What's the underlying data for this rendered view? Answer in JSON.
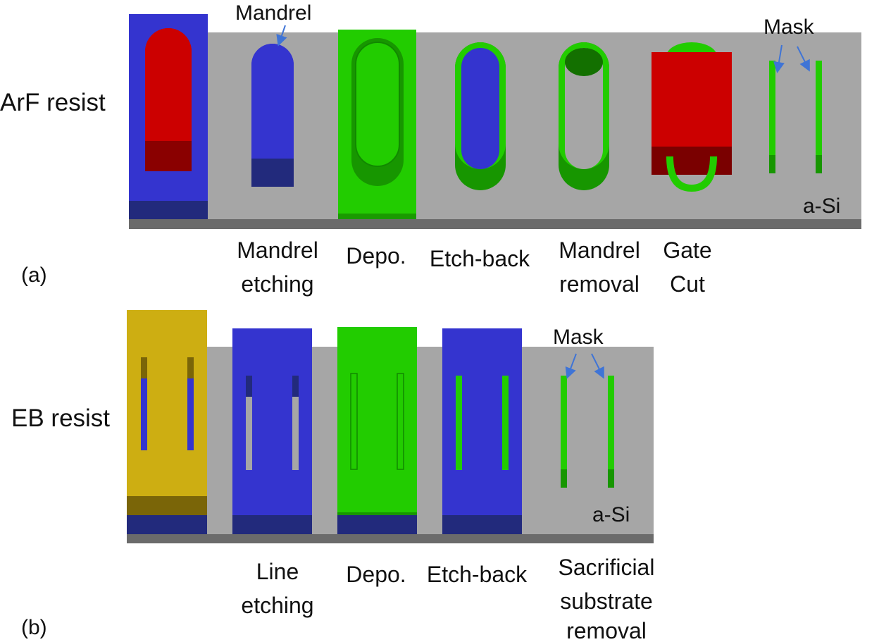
{
  "panel_a": {
    "tag": "(a)",
    "row_label": "ArF resist",
    "callouts": {
      "mandrel": "Mandrel",
      "mask": "Mask",
      "substrate": "a-Si"
    },
    "steps": [
      {
        "line1": "Mandrel",
        "line2": "etching"
      },
      {
        "line1": "Depo."
      },
      {
        "line1": "Etch-back"
      },
      {
        "line1": "Mandrel",
        "line2": "removal"
      },
      {
        "line1": "Gate",
        "line2": "Cut"
      }
    ]
  },
  "panel_b": {
    "tag": "(b)",
    "row_label": "EB resist",
    "callouts": {
      "mask": "Mask",
      "substrate": "a-Si"
    },
    "steps": [
      {
        "line1": "Line",
        "line2": "etching"
      },
      {
        "line1": "Depo."
      },
      {
        "line1": "Etch-back"
      },
      {
        "line1": "Sacrificial",
        "line2": "substrate",
        "line3": "removal"
      }
    ]
  },
  "colors": {
    "substrate": "#a6a6a6",
    "substrate_edge": "#6b6b6b",
    "resist_blue": "#3434cf",
    "resist_blue_dark": "#222a7c",
    "arf_red": "#cc0000",
    "spacer_green": "#22cc00",
    "eb_yellow": "#cdae12",
    "eb_yellow_dark": "#7a6508",
    "arrow_blue": "#3f74d6"
  }
}
